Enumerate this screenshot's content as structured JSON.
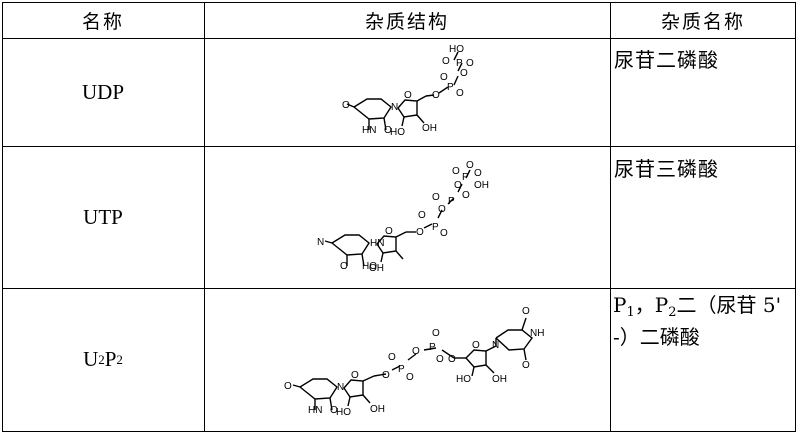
{
  "table": {
    "headers": {
      "name": "名称",
      "structure": "杂质结构",
      "impurity_name": "杂质名称"
    },
    "rows": [
      {
        "name": "UDP",
        "impurity_name": "尿苷二磷酸"
      },
      {
        "name": "UTP",
        "impurity_name": "尿苷三磷酸"
      },
      {
        "name_parts": [
          "U",
          "2",
          "P",
          "2"
        ],
        "impurity_name_line1": [
          "P",
          "1",
          "，P",
          "2",
          "二（尿苷 5'"
        ],
        "impurity_name_line2": "-）二磷酸"
      }
    ]
  },
  "structure_labels": {
    "udp": [
      "HO",
      "P",
      "O",
      "O",
      "O",
      "P",
      "O",
      "O",
      "O",
      "O",
      "O",
      "N",
      "HN",
      "O",
      "HO",
      "OH"
    ],
    "utp": [
      "O",
      "P",
      "O",
      "OH",
      "O",
      "O",
      "P",
      "O",
      "O",
      "O",
      "O",
      "P",
      "O",
      "O",
      "O",
      "N",
      "HN",
      "O",
      "HO",
      "OH"
    ],
    "u2p2": [
      "O",
      "N",
      "NH",
      "O",
      "O",
      "O",
      "P",
      "O",
      "O",
      "O",
      "P",
      "O",
      "O",
      "O",
      "O",
      "O",
      "N",
      "HN",
      "O",
      "HO",
      "OH",
      "HO",
      "OH"
    ]
  }
}
